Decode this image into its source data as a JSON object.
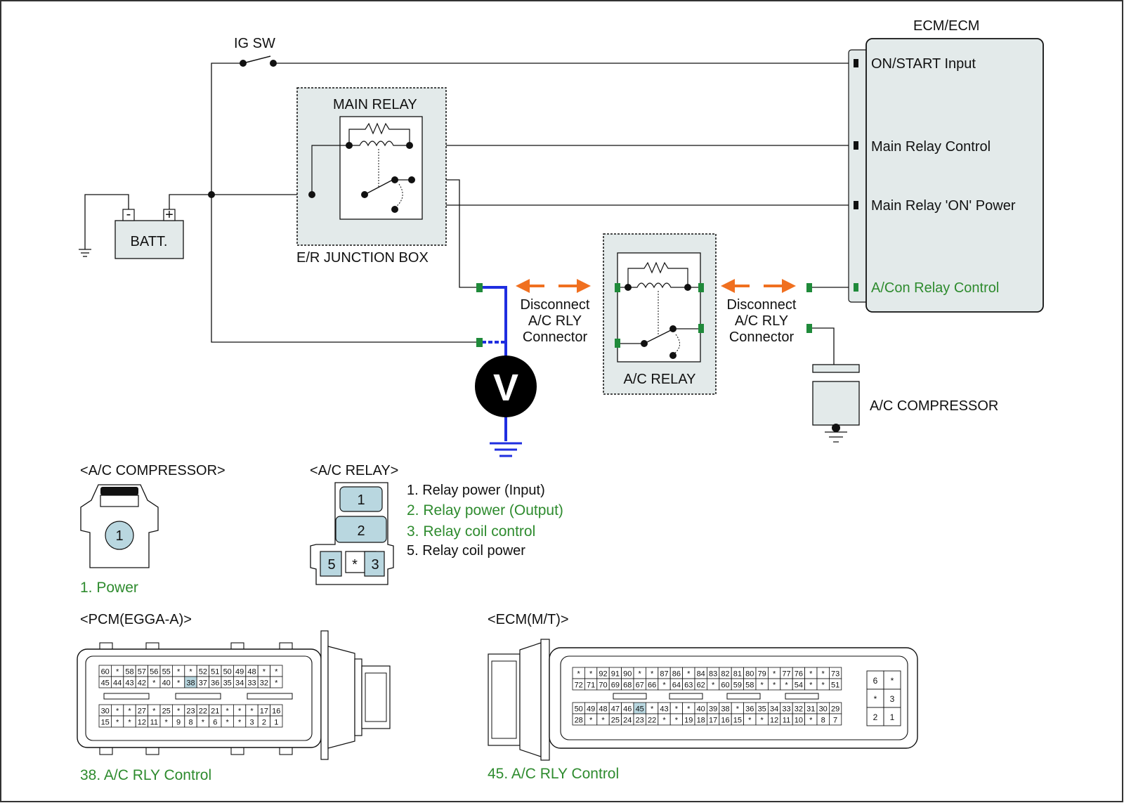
{
  "colors": {
    "green_text": "#2e8b2e",
    "blue_wire": "#1f2ee0",
    "orange_arrow": "#f07020",
    "box_fill": "#e3eaea",
    "pin_highlight": "#b9d7e0",
    "connector_green": "#1f8a3a"
  },
  "labels": {
    "ig_sw": "IG SW",
    "ecm_title": "ECM/ECM",
    "main_relay": "MAIN RELAY",
    "er_junction": "E/R JUNCTION BOX",
    "batt": "BATT.",
    "batt_neg": "-",
    "batt_pos": "+",
    "ecm_pins": [
      "ON/START Input",
      "Main Relay Control",
      "Main Relay 'ON' Power",
      "A/Con Relay Control"
    ],
    "disconnect_left": [
      "Disconnect",
      "A/C RLY",
      "Connector"
    ],
    "disconnect_right": [
      "Disconnect",
      "A/C RLY",
      "Connector"
    ],
    "ac_relay": "A/C RELAY",
    "ac_compressor": "A/C COMPRESSOR",
    "voltmeter": "V"
  },
  "connectors": {
    "compressor_title": "<A/C COMPRESSOR>",
    "compressor_pin": "1",
    "compressor_caption": "1. Power",
    "relay_title": "<A/C RELAY>",
    "relay_pins": [
      "1",
      "2",
      "5",
      "*",
      "3"
    ],
    "relay_legend": [
      "1. Relay power (Input)",
      "2. Relay power (Output)",
      "3. Relay coil control",
      "5. Relay coil power"
    ],
    "pcm_title": "<PCM(EGGA-A)>",
    "pcm_caption": "38. A/C RLY Control",
    "pcm_rows": [
      [
        "60",
        "*",
        "58",
        "57",
        "56",
        "55",
        "*",
        "*",
        "52",
        "51",
        "50",
        "49",
        "48",
        "*",
        "*"
      ],
      [
        "45",
        "44",
        "43",
        "42",
        "*",
        "40",
        "*",
        "38",
        "37",
        "36",
        "35",
        "34",
        "33",
        "32",
        "*"
      ],
      [
        "30",
        "*",
        "*",
        "27",
        "*",
        "25",
        "*",
        "23",
        "22",
        "21",
        "*",
        "*",
        "*",
        "17",
        "16"
      ],
      [
        "15",
        "*",
        "*",
        "12",
        "11",
        "*",
        "9",
        "8",
        "*",
        "6",
        "*",
        "*",
        "3",
        "2",
        "1"
      ]
    ],
    "ecm_title": "<ECM(M/T)>",
    "ecm_caption": "45. A/C RLY Control",
    "ecm_rows": [
      [
        "*",
        "*",
        "92",
        "91",
        "90",
        "*",
        "*",
        "87",
        "86",
        "*",
        "84",
        "83",
        "82",
        "81",
        "80",
        "79",
        "*",
        "77",
        "76",
        "*",
        "*",
        "73"
      ],
      [
        "72",
        "71",
        "70",
        "69",
        "68",
        "67",
        "66",
        "*",
        "64",
        "63",
        "62",
        "*",
        "60",
        "59",
        "58",
        "*",
        "*",
        "*",
        "54",
        "*",
        "*",
        "51"
      ],
      [
        "50",
        "49",
        "48",
        "47",
        "46",
        "45",
        "*",
        "43",
        "*",
        "*",
        "40",
        "39",
        "38",
        "*",
        "36",
        "35",
        "34",
        "33",
        "32",
        "31",
        "30",
        "29"
      ],
      [
        "28",
        "*",
        "*",
        "25",
        "24",
        "23",
        "22",
        "*",
        "*",
        "19",
        "18",
        "17",
        "16",
        "15",
        "*",
        "*",
        "12",
        "11",
        "10",
        "*",
        "8",
        "7"
      ]
    ],
    "ecm_side": [
      [
        "6",
        "*"
      ],
      [
        "*",
        "3"
      ],
      [
        "2",
        "1"
      ]
    ]
  }
}
